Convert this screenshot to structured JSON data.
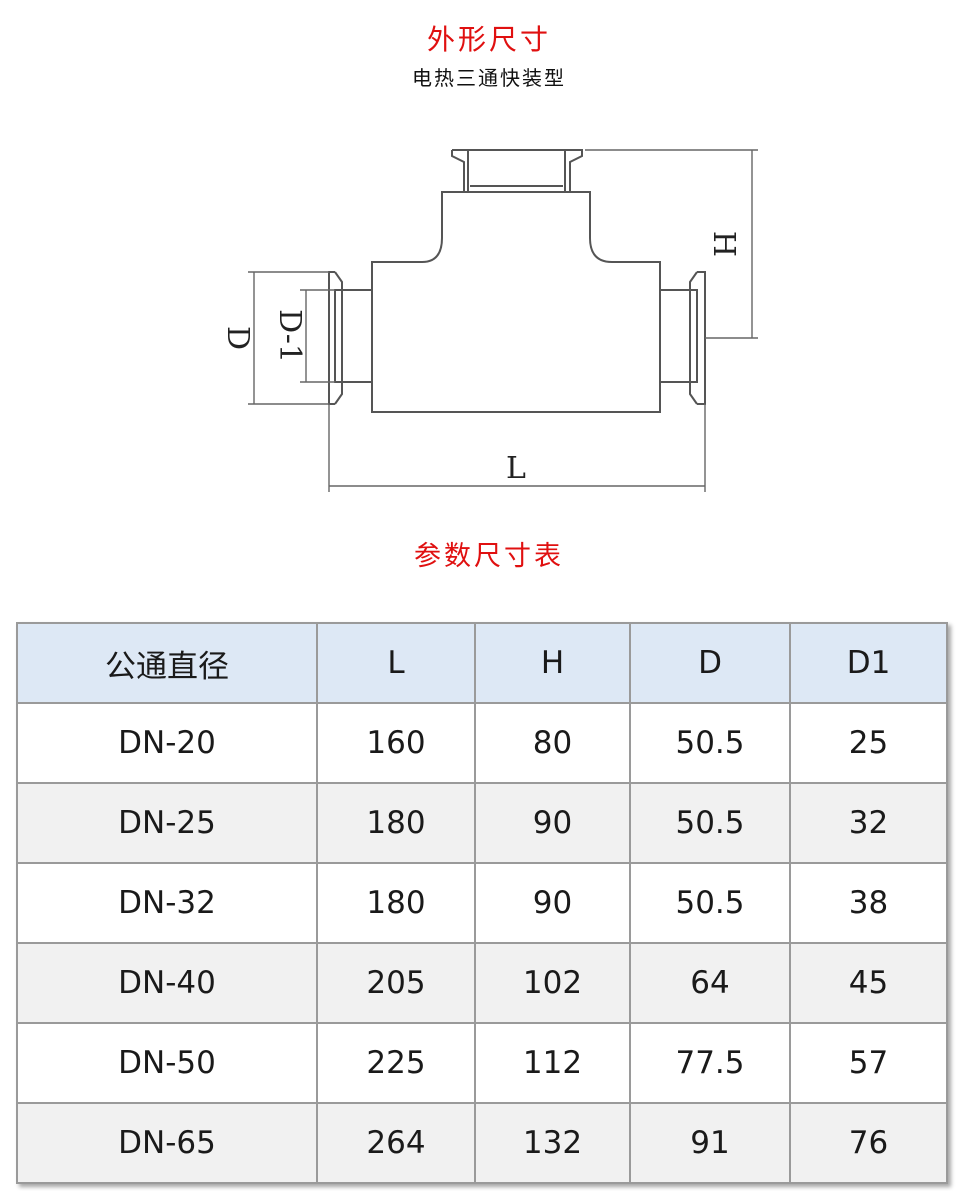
{
  "header": {
    "title": "外形尺寸",
    "subtitle": "电热三通快装型"
  },
  "drawing": {
    "labels": {
      "H": "H",
      "D": "D",
      "D1": "D-1",
      "L": "L"
    }
  },
  "table_title": "参数尺寸表",
  "table": {
    "columns": [
      "公通直径",
      "L",
      "H",
      "D",
      "D1"
    ],
    "rows": [
      [
        "DN-20",
        "160",
        "80",
        "50.5",
        "25"
      ],
      [
        "DN-25",
        "180",
        "90",
        "50.5",
        "32"
      ],
      [
        "DN-32",
        "180",
        "90",
        "50.5",
        "38"
      ],
      [
        "DN-40",
        "205",
        "102",
        "64",
        "45"
      ],
      [
        "DN-50",
        "225",
        "112",
        "77.5",
        "57"
      ],
      [
        "DN-65",
        "264",
        "132",
        "91",
        "76"
      ]
    ]
  },
  "colors": {
    "title_red": "#e01010",
    "header_bg": "#dde8f5",
    "stripe_bg": "#f1f1f1",
    "border": "#9a9a9a"
  }
}
